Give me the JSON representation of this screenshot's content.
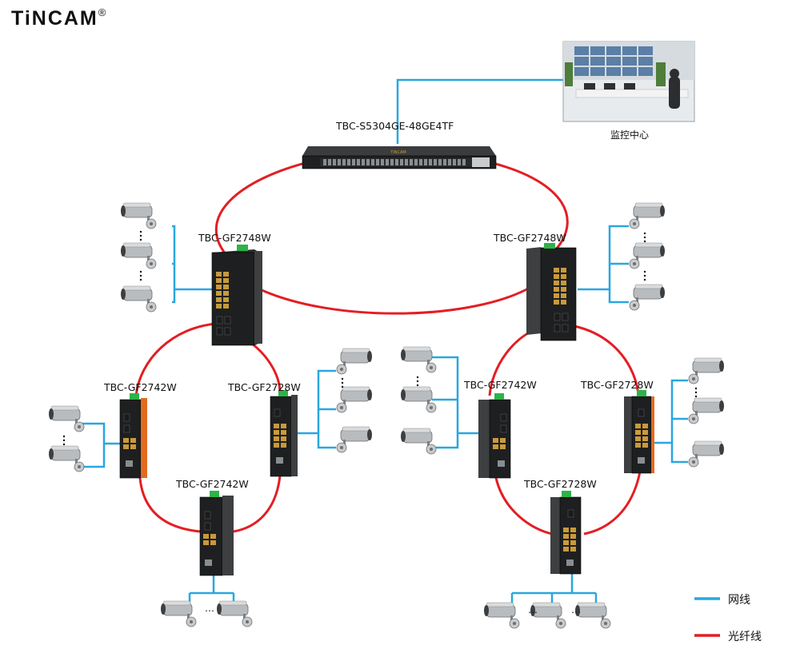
{
  "brand": {
    "logo": "TiNCAM",
    "registered": "®"
  },
  "monitor": {
    "caption": "监控中心"
  },
  "devices": {
    "core": "TBC-S5304GE-48GE4TF",
    "core_brand": "TINCAM",
    "left_main": "TBC-GF2748W",
    "right_main": "TBC-GF2748W",
    "l1": "TBC-GF2742W",
    "l2": "TBC-GF2728W",
    "l3": "TBC-GF2742W",
    "r1": "TBC-GF2742W",
    "r2": "TBC-GF2728W",
    "r3": "TBC-GF2728W"
  },
  "ellipsis": "…",
  "legend": {
    "network": "网线",
    "fiber": "光纤线"
  },
  "colors": {
    "network": "#29a7df",
    "fiber": "#e31e24"
  }
}
